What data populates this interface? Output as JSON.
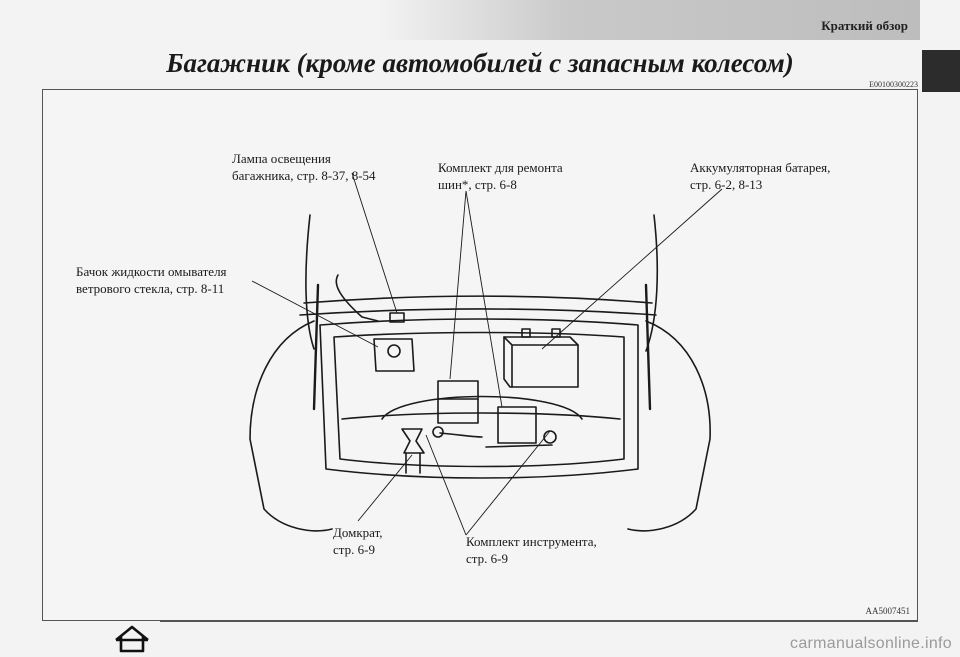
{
  "header": {
    "section_title": "Краткий обзор",
    "page_title": "Багажник (кроме автомобилей с запасным колесом)",
    "doc_code": "E00100300223"
  },
  "figure": {
    "code": "AA5007451",
    "callouts": {
      "trunk_lamp": [
        "Лампа освещения",
        "багажника, стр. 8-37, 8-54"
      ],
      "tire_repair_kit": [
        "Комплект для ремонта",
        "шин*, стр. 6-8"
      ],
      "battery": [
        "Аккумуляторная батарея,",
        "стр. 6-2, 8-13"
      ],
      "washer_reservoir": [
        "Бачок жидкости омывателя",
        "ветрового стекла, стр. 8-11"
      ],
      "jack": [
        "Домкрат,",
        "стр. 6-9"
      ],
      "tool_kit": [
        "Комплект инструмента,",
        "стр. 6-9"
      ]
    }
  },
  "footer": {
    "home_icon": "home-icon",
    "watermark": "carmanualsonline.info"
  }
}
